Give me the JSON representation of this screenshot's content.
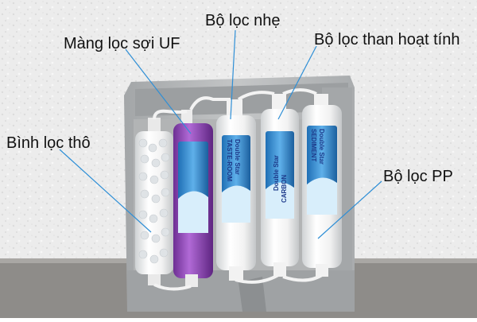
{
  "labels": {
    "coarse": "Bình lọc thô",
    "uf": "Màng lọc sợi UF",
    "light": "Bộ lọc nhẹ",
    "carbon": "Bộ lọc than hoạt tính",
    "pp": "Bộ lọc PP"
  },
  "cartridge_print": {
    "brand": "Double Star",
    "t33": "TASTE-ROOM",
    "carbon": "CARBON",
    "sediment": "SEDIMENT"
  },
  "colors": {
    "wall": "#ebebeb",
    "floor": "#8c8a87",
    "housing": "#b9bbbc",
    "purple_cartridge": "#9b4fc4",
    "white_cartridge": "#f6f6f6",
    "label_blue": "#2e7cc3",
    "leader_line": "#2f8fd6"
  }
}
